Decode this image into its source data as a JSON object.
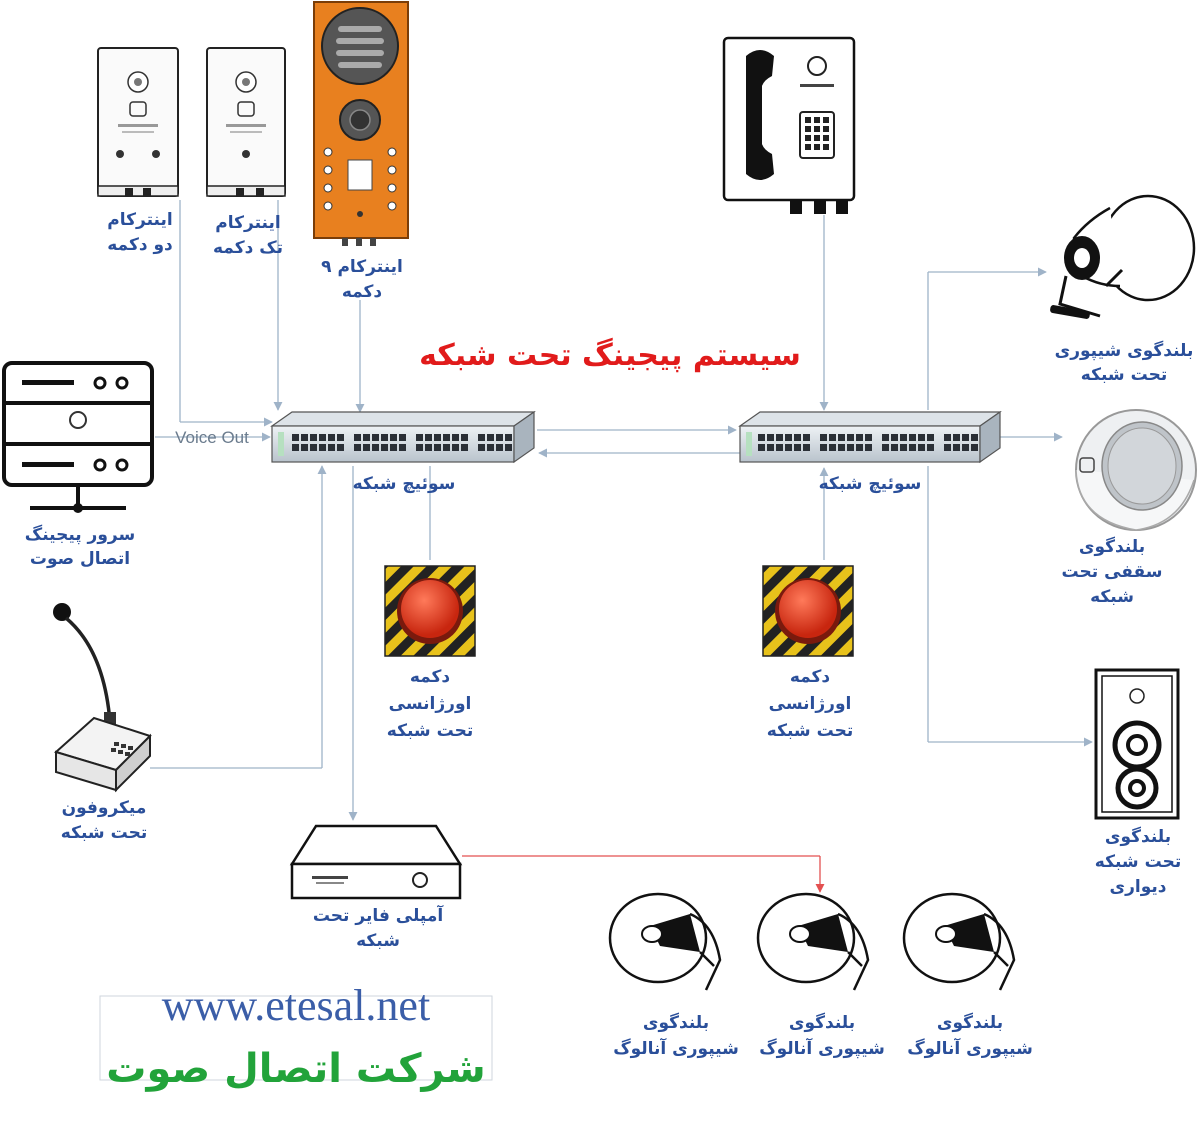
{
  "title": "سیستم پیجینگ تحت شبکه",
  "voice_out": "Voice Out",
  "labels": {
    "intercom_two_btn": [
      "اینترکام",
      "دو دکمه"
    ],
    "intercom_one_btn": [
      "اینترکام",
      "تک دکمه"
    ],
    "intercom_nine_btn": [
      "اینترکام ۹",
      "دکمه"
    ],
    "paging_server": [
      "سرور پیجینگ",
      "اتصال صوت"
    ],
    "switch_left": "سوئیچ شبکه",
    "switch_right": "سوئیچ شبکه",
    "emergency_left": [
      "دکمه",
      "اورژانسی",
      "تحت شبکه"
    ],
    "emergency_right": [
      "دکمه",
      "اورژانسی",
      "تحت شبکه"
    ],
    "microphone": [
      "میکروفون",
      "تحت شبکه"
    ],
    "amplifier": [
      "آمپلی فایر تحت",
      "شبکه"
    ],
    "horn_ip": [
      "بلندگوی شیپوری",
      "تحت شبکه"
    ],
    "ceiling_speaker": [
      "بلندگوی",
      "سقفی تحت",
      "شبکه"
    ],
    "wall_speaker": [
      "بلندگوی",
      "تحت شبکه",
      "دیواری"
    ],
    "analog_horn_1": [
      "بلندگوی",
      "شیپوری آنالوگ"
    ],
    "analog_horn_2": [
      "بلندگوی",
      "شیپوری آنالوگ"
    ],
    "analog_horn_3": [
      "بلندگوی",
      "شیپوری آنالوگ"
    ]
  },
  "website": "www.etesal.net",
  "company": "شرکت اتصال صوت",
  "colors": {
    "label": "#2a4f9a",
    "title": "#e11b1b",
    "company": "#22a33a",
    "connector": "#9fb3c8",
    "intercom_orange": "#e8801f",
    "emergency_red": "#e8331f",
    "hazard_yellow": "#e8c21b"
  },
  "icons": {
    "intercom": "intercom-panel-icon",
    "server": "server-rack-icon",
    "switch": "network-switch-icon",
    "phone": "wall-telephone-icon",
    "emergency": "emergency-button-icon",
    "microphone": "desk-microphone-icon",
    "amplifier": "amplifier-icon",
    "horn": "horn-speaker-icon",
    "ceiling": "ceiling-speaker-icon",
    "wall": "wall-speaker-icon"
  }
}
